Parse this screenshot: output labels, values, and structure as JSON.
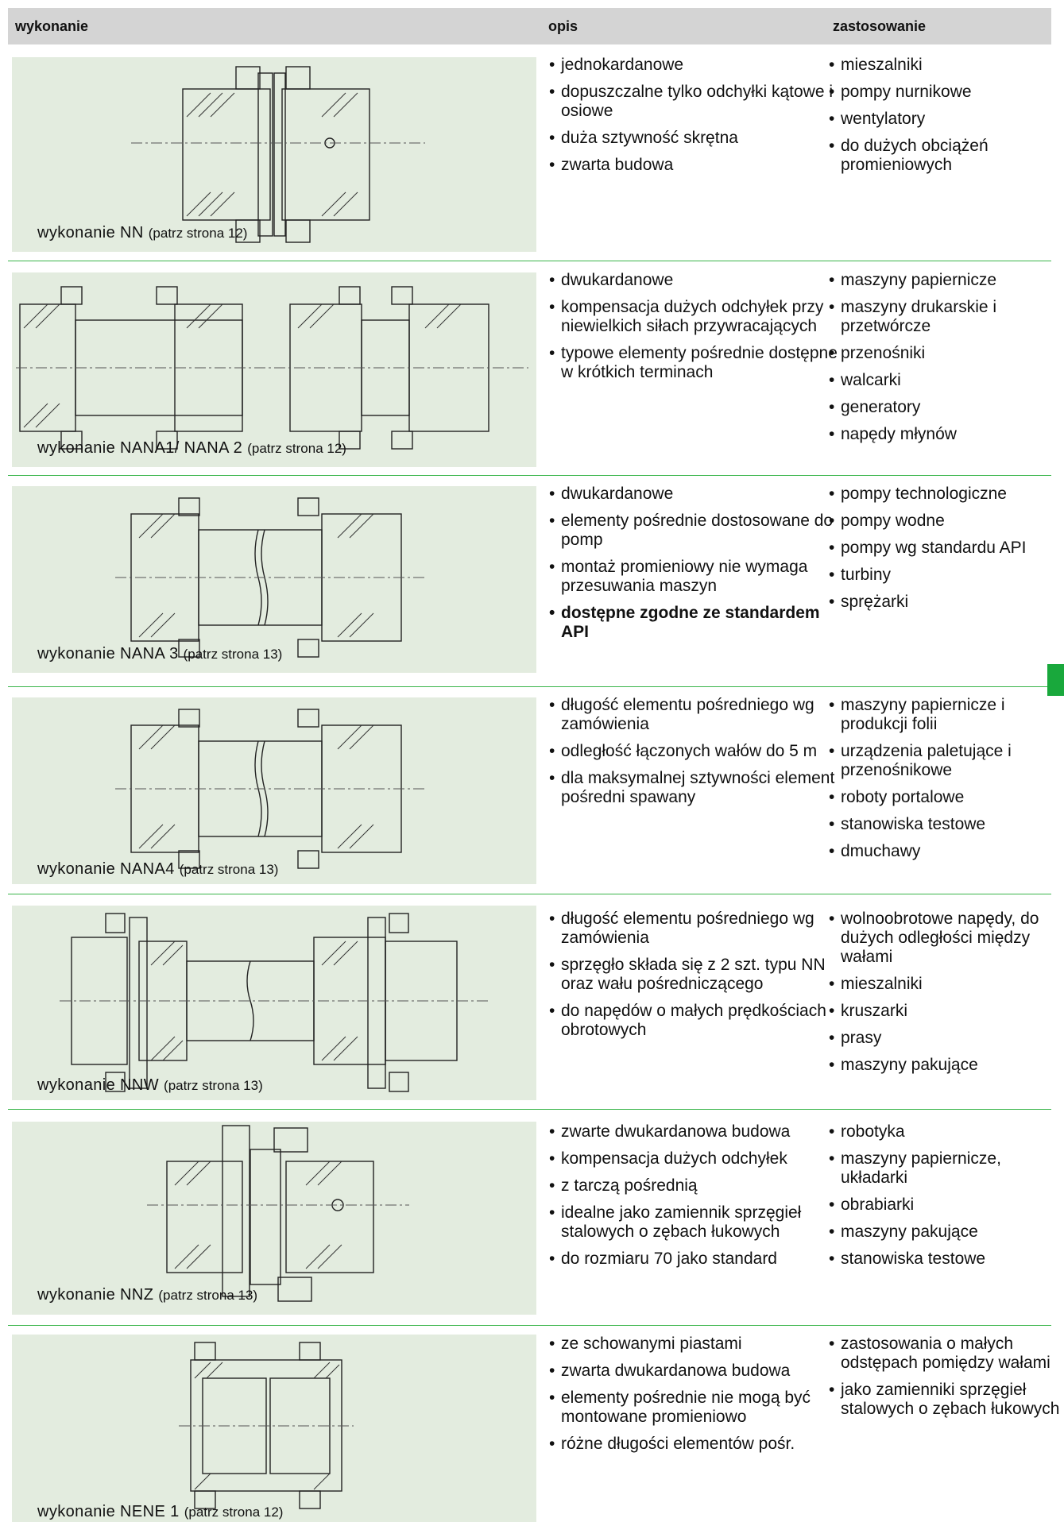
{
  "header": {
    "col1": "wykonanie",
    "col2": "opis",
    "col3": "zastosowanie"
  },
  "rows": [
    {
      "caption_name": "wykonanie NN",
      "caption_ref": "(patrz strona 12)",
      "opis": [
        "jednokardanowe",
        "dopuszczalne tylko odchyłki kątowe i osiowe",
        "duża sztywność skrętna",
        "zwarta budowa"
      ],
      "zastosowanie": [
        "mieszalniki",
        "pompy nurnikowe",
        "wentylatory",
        "do dużych obciążeń promieniowych"
      ]
    },
    {
      "caption_name": "wykonanie NANA1/ NANA 2",
      "caption_ref": "(patrz strona 12)",
      "opis": [
        "dwukardanowe",
        "kompensacja dużych odchyłek przy niewielkich siłach przywracających",
        "typowe elementy pośrednie dostępne w krótkich terminach"
      ],
      "zastosowanie": [
        "maszyny papiernicze",
        "maszyny drukarskie i przetwórcze",
        "przenośniki",
        "walcarki",
        "generatory",
        "napędy młynów"
      ]
    },
    {
      "caption_name": "wykonanie NANA 3",
      "caption_ref": "(patrz strona 13)",
      "opis": [
        "dwukardanowe",
        "elementy pośrednie dostosowane do pomp",
        "montaż promieniowy nie wymaga przesuwania maszyn",
        "dostępne zgodne ze standardem API"
      ],
      "zastosowanie": [
        "pompy technologiczne",
        "pompy wodne",
        "pompy wg standardu API",
        "turbiny",
        "sprężarki"
      ]
    },
    {
      "caption_name": "wykonanie NANA4",
      "caption_ref": "(patrz strona 13)",
      "opis": [
        "długość elementu pośredniego wg zamówienia",
        "odległość łączonych wałów do 5 m",
        "dla maksymalnej sztywności element pośredni spawany"
      ],
      "zastosowanie": [
        "maszyny papiernicze i produkcji folii",
        "urządzenia paletujące i przenośnikowe",
        "roboty portalowe",
        "stanowiska testowe",
        "dmuchawy"
      ]
    },
    {
      "caption_name": "wykonanie NNW",
      "caption_ref": "(patrz strona 13)",
      "opis": [
        "długość elementu pośredniego wg zamówienia",
        "sprzęgło składa się z 2 szt. typu NN oraz wału pośredniczącego",
        "do napędów o małych prędkościach obrotowych"
      ],
      "zastosowanie": [
        "wolnoobrotowe napędy, do dużych odległości między wałami",
        "mieszalniki",
        "kruszarki",
        "prasy",
        "maszyny pakujące"
      ]
    },
    {
      "caption_name": "wykonanie NNZ",
      "caption_ref": "(patrz strona 13)",
      "opis": [
        "zwarte dwukardanowa budowa",
        "kompensacja dużych odchyłek",
        "z tarczą pośrednią",
        "idealne jako zamiennik sprzęgieł stalowych o zębach łukowych",
        "do rozmiaru 70 jako standard"
      ],
      "zastosowanie": [
        "robotyka",
        "maszyny papiernicze, układarki",
        "obrabiarki",
        "maszyny pakujące",
        "stanowiska testowe"
      ]
    },
    {
      "caption_name": "wykonanie NENE 1",
      "caption_ref": "(patrz strona 12)",
      "opis": [
        "ze schowanymi piastami",
        "zwarta dwukardanowa budowa",
        "elementy pośrednie nie mogą być montowane promieniowo",
        "różne długości elementów pośr."
      ],
      "zastosowanie": [
        "zastosowania o małych odstępach pomiędzy wałami",
        "jako zamienniki sprzęgieł stalowych o zębach łukowych"
      ]
    }
  ],
  "colors": {
    "figure_bg": "#e3ecdf",
    "separator": "#39b54a",
    "header_bg": "#d4d4d4",
    "side_tab": "#19a83c"
  }
}
